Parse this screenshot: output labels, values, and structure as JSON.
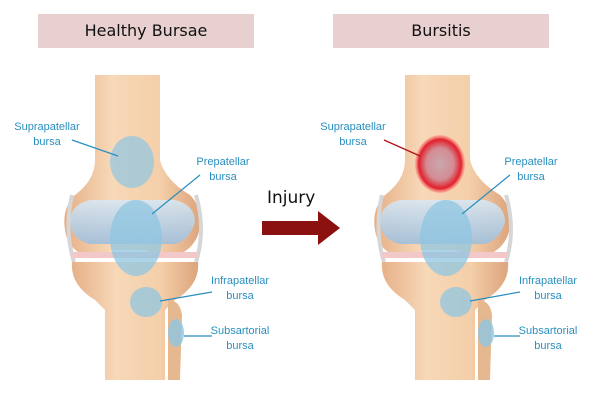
{
  "panels": {
    "left_title": "Healthy Bursae",
    "right_title": "Bursitis"
  },
  "arrow_label": "Injury",
  "labels": {
    "suprapatellar": [
      "Suprapatellar",
      "bursa"
    ],
    "prepatellar": [
      "Prepatellar",
      "bursa"
    ],
    "infrapatellar": [
      "Infrapatellar",
      "bursa"
    ],
    "subsartorial": [
      "Subsartorial",
      "bursa"
    ]
  },
  "colors": {
    "header_bg": "#e8cfd0",
    "label_text": "#2a8fbf",
    "bursa_fill": "#8fc6e2",
    "bone": "#f1c9a0",
    "inflamed": "#e0202a",
    "arrow": "#8b1010"
  }
}
